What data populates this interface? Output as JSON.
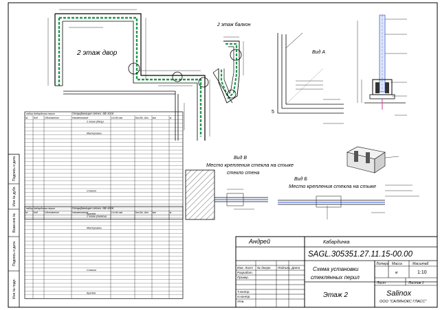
{
  "drawing": {
    "plan_title": "2 этаж двор",
    "balcony_title": "2 этаж балкон",
    "view_a": "Вид А",
    "view_v": "Вид В",
    "view_b": "Вид Б",
    "mount_wall_1": "Место крепления стекла на стыке",
    "mount_wall_2": "стекло стена",
    "mount_glass": "Место крепления стекла на стыке"
  },
  "spec_tables": [
    {
      "title": "Спецификация сетки: SB 1016",
      "header_prefix": "набор Кабардинка перил",
      "columns": [
        "№",
        "Код",
        "Обозначение",
        "Наименование",
        "Ст.Во мм",
        "Кол.Во, Шт.",
        "мм",
        "м"
      ],
      "section": "2 этаж (двор)",
      "sub_section": "Материалы",
      "sub_section_2": "Стекло",
      "footer": "Крепёж"
    },
    {
      "title": "Спецификация сетки: SB 1016",
      "header_prefix": "набор Кабардинка перил",
      "columns": [
        "№",
        "Код",
        "Обозначение",
        "Наименование",
        "Ст.Во мм",
        "Кол.Во, Шт.",
        "мм",
        "м"
      ],
      "section": "2 этаж (балкон)",
      "sub_section": "Материалы",
      "sub_section_2": "Стекло",
      "footer": "Крепёж"
    }
  ],
  "title_block": {
    "author": "Андрей",
    "place": "Кабардинка",
    "code": "SAGL.305351.27.11.15-00.00",
    "name_1": "Схема установки",
    "name_2": "стеклянных перил",
    "floor": "Этаж 2",
    "company": "Salinox",
    "company_sub": "ООО \"САЛИНОКС ГЛАСС\"",
    "lit_label": "Литера",
    "mass_label": "Масса",
    "scale_label": "Масштаб",
    "scale": "1:10",
    "sheet_label": "Лист",
    "sheets_label": "Листов 1",
    "mass_value": "кг",
    "rows": [
      "Изм. Лист",
      "Разработ.",
      "Провер.",
      "Т.контр.",
      "Н.контр.",
      "Утв."
    ],
    "cols": [
      "№ докум.",
      "Подпись",
      "Дата"
    ]
  },
  "side_labels": [
    "Подпись и дата",
    "Инв.№ дубл.",
    "Взам.инв.№",
    "Подпись и дата",
    "Инв.№ подл."
  ]
}
